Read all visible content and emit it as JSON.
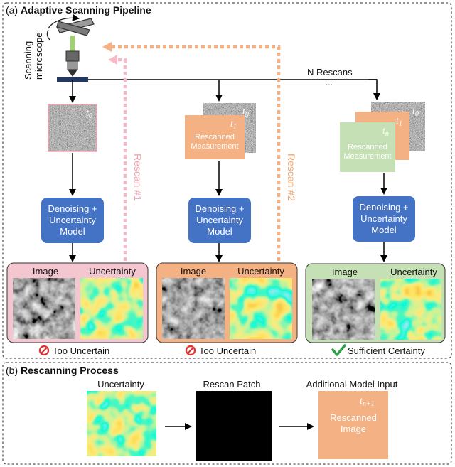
{
  "panel_a": {
    "prefix": "(a)",
    "title": "Adaptive Scanning Pipeline",
    "microscope_label": [
      "Scanning",
      "microscope"
    ],
    "n_rescans": "N Rescans",
    "dots": "...",
    "rescan_1": "Rescan #1",
    "rescan_2": "Rescan #2",
    "t0": "t",
    "t0_sub": "0",
    "t1": "t",
    "t1_sub": "1",
    "tn": "t",
    "tn_sub": "n",
    "rescanned_measurement": [
      "Rescanned",
      "Measurement"
    ],
    "model_label": [
      "Denoising +",
      "Uncertainty",
      "Model"
    ],
    "image_label": "Image",
    "uncertainty_label": "Uncertainty",
    "too_uncertain": "Too Uncertain",
    "sufficient_certainty": "Sufficient Certainty"
  },
  "panel_b": {
    "prefix": "(b)",
    "title": "Rescanning Process",
    "uncertainty_label": "Uncertainty",
    "rescan_patch_label": "Rescan Patch",
    "additional_input_label": "Additional Model Input",
    "tn1": "t",
    "tn1_sub": "n+1",
    "rescanned_image": [
      "Rescanned",
      "Image"
    ]
  },
  "colors": {
    "model_blue": "#4472c4",
    "orange": "#f4b183",
    "green": "#c5e0b4",
    "pink_panel": "#f4c7d0",
    "pink_arrow": "#f8b9c6",
    "orange_arrow": "#f4b183",
    "stop_red": "#e03030",
    "check_green": "#2e9e46"
  }
}
